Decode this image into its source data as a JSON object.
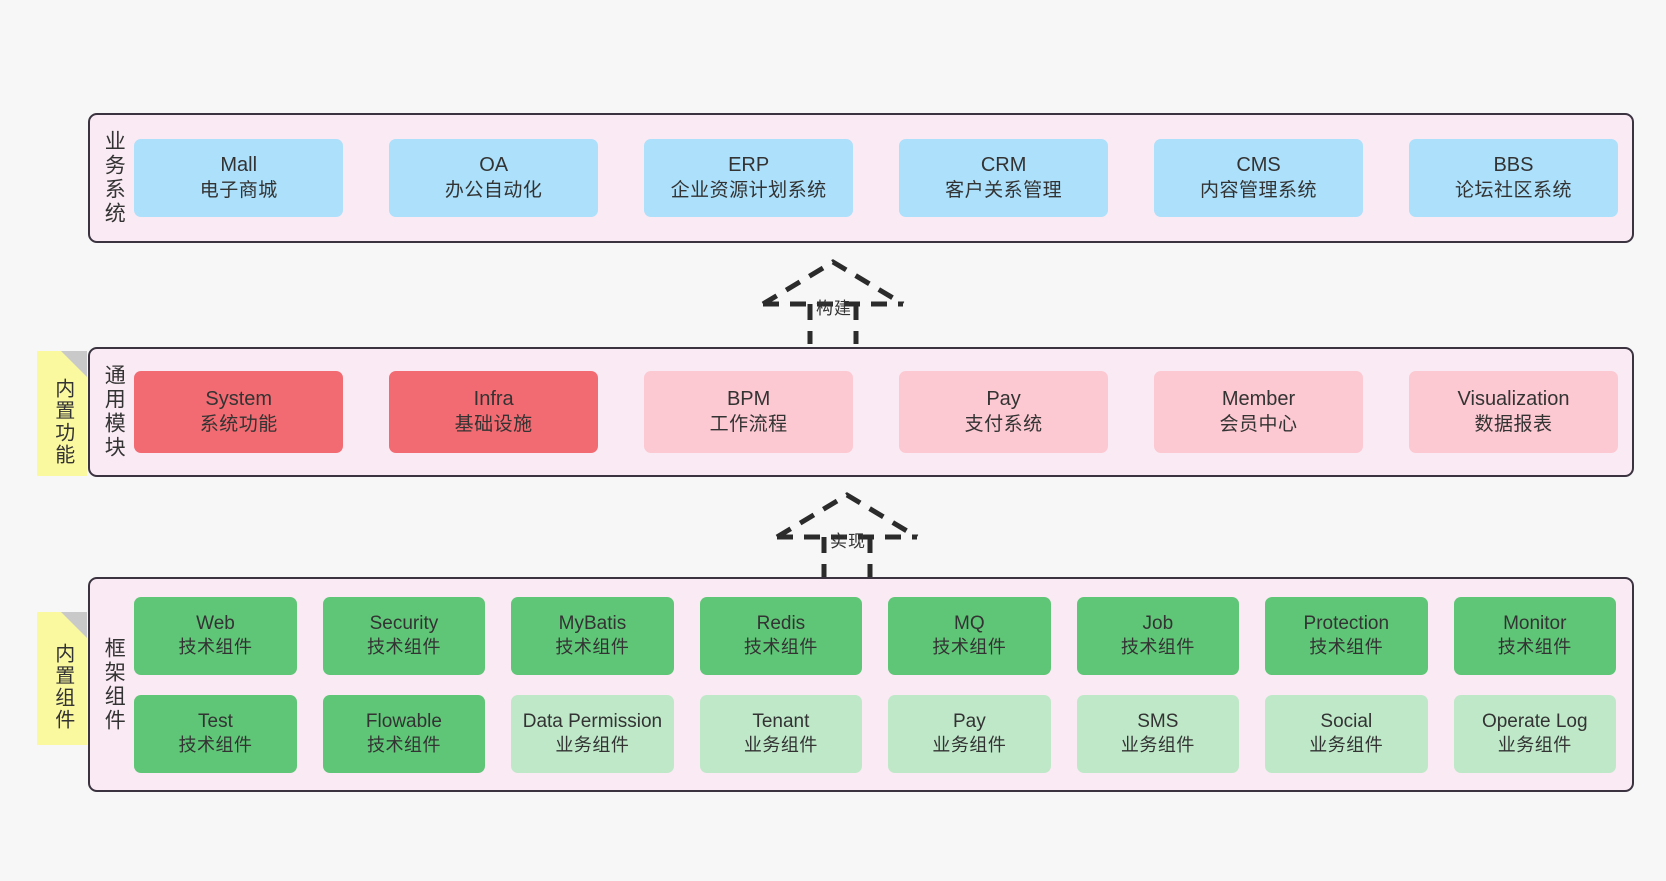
{
  "diagram": {
    "background_color": "#f7f7f7",
    "panel_background": "#faeaf3",
    "panel_border": "#3b3340"
  },
  "layers": [
    {
      "id": "business",
      "label": "业务系统",
      "node_color": "#ace0fb",
      "nodes": [
        {
          "en": "Mall",
          "cn": "电子商城"
        },
        {
          "en": "OA",
          "cn": "办公自动化"
        },
        {
          "en": "ERP",
          "cn": "企业资源计划系统"
        },
        {
          "en": "CRM",
          "cn": "客户关系管理"
        },
        {
          "en": "CMS",
          "cn": "内容管理系统"
        },
        {
          "en": "BBS",
          "cn": "论坛社区系统"
        }
      ]
    },
    {
      "id": "common",
      "label": "通用模块",
      "node_color_primary": "#f26b72",
      "node_color_secondary": "#fcc8d1",
      "nodes": [
        {
          "en": "System",
          "cn": "系统功能",
          "tone": "red"
        },
        {
          "en": "Infra",
          "cn": "基础设施",
          "tone": "red"
        },
        {
          "en": "BPM",
          "cn": "工作流程",
          "tone": "pink"
        },
        {
          "en": "Pay",
          "cn": "支付系统",
          "tone": "pink"
        },
        {
          "en": "Member",
          "cn": "会员中心",
          "tone": "pink"
        },
        {
          "en": "Visualization",
          "cn": "数据报表",
          "tone": "pink"
        }
      ]
    },
    {
      "id": "framework",
      "label": "框架组件",
      "node_color_primary": "#5fc677",
      "node_color_secondary": "#bfe8c9",
      "rows": [
        [
          {
            "en": "Web",
            "cn": "技术组件",
            "tone": "green"
          },
          {
            "en": "Security",
            "cn": "技术组件",
            "tone": "green"
          },
          {
            "en": "MyBatis",
            "cn": "技术组件",
            "tone": "green"
          },
          {
            "en": "Redis",
            "cn": "技术组件",
            "tone": "green"
          },
          {
            "en": "MQ",
            "cn": "技术组件",
            "tone": "green"
          },
          {
            "en": "Job",
            "cn": "技术组件",
            "tone": "green"
          },
          {
            "en": "Protection",
            "cn": "技术组件",
            "tone": "green"
          },
          {
            "en": "Monitor",
            "cn": "技术组件",
            "tone": "green"
          }
        ],
        [
          {
            "en": "Test",
            "cn": "技术组件",
            "tone": "green"
          },
          {
            "en": "Flowable",
            "cn": "技术组件",
            "tone": "green"
          },
          {
            "en": "Data Permission",
            "cn": "业务组件",
            "tone": "lightgreen"
          },
          {
            "en": "Tenant",
            "cn": "业务组件",
            "tone": "lightgreen"
          },
          {
            "en": "Pay",
            "cn": "业务组件",
            "tone": "lightgreen"
          },
          {
            "en": "SMS",
            "cn": "业务组件",
            "tone": "lightgreen"
          },
          {
            "en": "Social",
            "cn": "业务组件",
            "tone": "lightgreen"
          },
          {
            "en": "Operate Log",
            "cn": "业务组件",
            "tone": "lightgreen"
          }
        ]
      ]
    }
  ],
  "notes": [
    {
      "id": "builtin-function",
      "text": "内置功能",
      "color": "#fbf9a0"
    },
    {
      "id": "builtin-component",
      "text": "内置组件",
      "color": "#fbf9a0"
    }
  ],
  "arrows": [
    {
      "id": "build",
      "label": "构建",
      "style": "dashed-hollow-triangle",
      "direction": "up"
    },
    {
      "id": "implement",
      "label": "实现",
      "style": "dashed-hollow-triangle",
      "direction": "up"
    }
  ]
}
